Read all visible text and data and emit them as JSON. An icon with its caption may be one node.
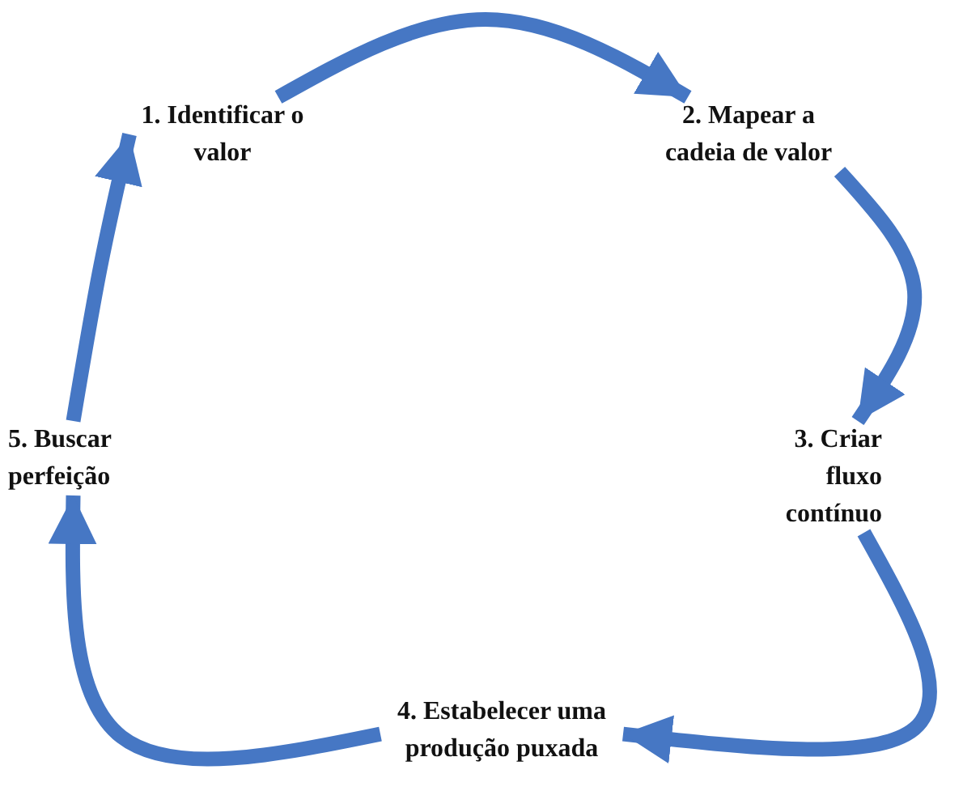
{
  "diagram": {
    "nodes": [
      {
        "text": [
          "1. Identificar o valor"
        ]
      },
      {
        "text": [
          "2. Mapear a cadeia de valor"
        ]
      },
      {
        "text": [
          "3. Criar fluxo contínuo"
        ]
      },
      {
        "text": [
          "4. Estabelecer uma produção puxada"
        ]
      },
      {
        "text": [
          "5. Buscar perfeição"
        ]
      }
    ],
    "edges": [
      {
        "from": 0,
        "to": 1,
        "arrow": "to"
      },
      {
        "from": 1,
        "to": 2,
        "arrow": "to"
      },
      {
        "from": 2,
        "to": 3,
        "arrow": "to"
      },
      {
        "from": 3,
        "to": 4,
        "arrow": "to"
      },
      {
        "from": 4,
        "to": 0,
        "arrow": "to"
      }
    ]
  }
}
